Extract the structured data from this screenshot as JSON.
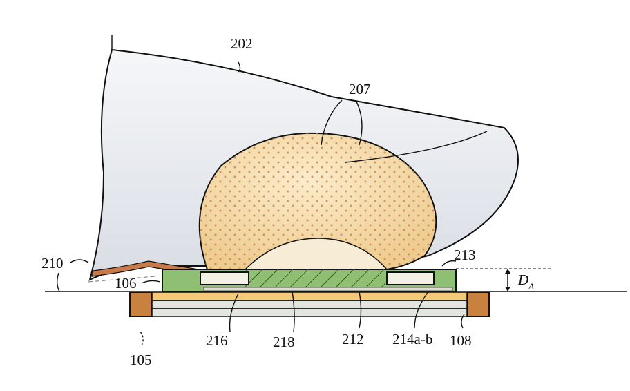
{
  "figure": {
    "labels": {
      "finger": "202",
      "droplet": "207",
      "film": "210",
      "sensor": "106",
      "edge": "213",
      "distance_main": "D",
      "distance_sub": "A",
      "layer_216": "216",
      "layer_218": "218",
      "layer_212": "212",
      "electrodes": "214a-b",
      "substrate": "108",
      "device": "105"
    },
    "colors": {
      "finger": "#eceff3",
      "droplet": "#f3d9a6",
      "dots": "#c8804a",
      "sensor": "#8fbf72",
      "substrate_top": "#f4c978",
      "substrate_layers": "#e3e6df",
      "end_caps": "#c8813f",
      "film": "#c87a48"
    }
  }
}
